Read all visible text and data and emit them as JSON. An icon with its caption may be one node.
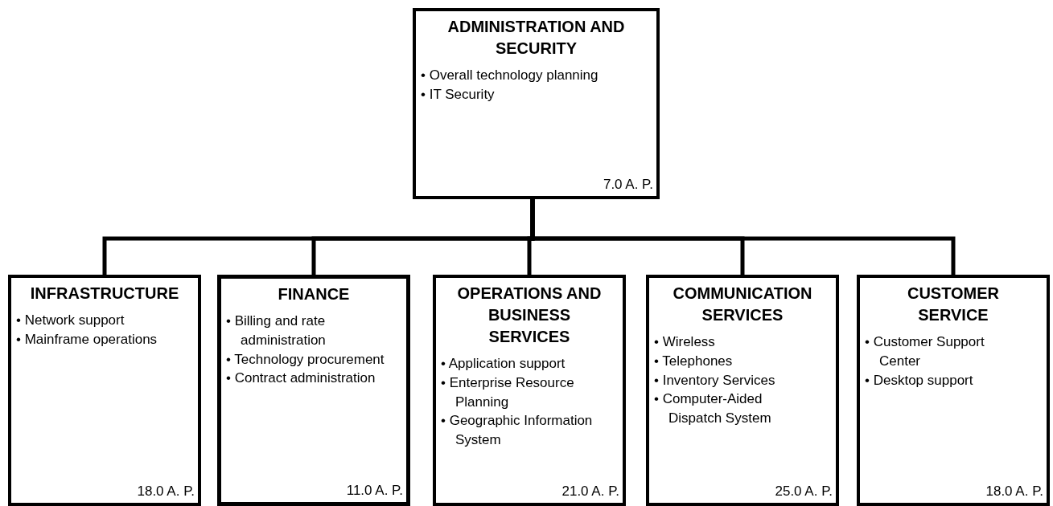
{
  "diagram": {
    "nodes": [
      {
        "text": [
          "ADMINISTRATION AND SECURITY",
          "• Overall technology planning",
          "• IT Security",
          "7.0 A. P."
        ]
      },
      {
        "text": [
          "INFRASTRUCTURE",
          "• Network support",
          "• Mainframe operations",
          "18.0 A. P."
        ]
      },
      {
        "text": [
          "FINANCE",
          "• Billing and rate administration",
          "• Technology procurement",
          "• Contract administration",
          "11.0 A. P."
        ]
      },
      {
        "text": [
          "OPERATIONS AND BUSINESS SERVICES",
          "• Application support",
          "• Enterprise Resource Planning",
          "• Geographic Information System",
          "21.0 A. P."
        ]
      },
      {
        "text": [
          "COMMUNICATION SERVICES",
          "• Wireless",
          "• Telephones",
          "• Inventory Services",
          "• Computer-Aided Dispatch System",
          "25.0 A. P."
        ]
      },
      {
        "text": [
          "CUSTOMER SERVICE",
          "• Customer Support Center",
          "• Desktop support",
          "18.0 A. P."
        ]
      }
    ],
    "edges": [
      {
        "from": 0,
        "to": 1,
        "arrow": "none"
      },
      {
        "from": 0,
        "to": 2,
        "arrow": "none"
      },
      {
        "from": 0,
        "to": 3,
        "arrow": "none"
      },
      {
        "from": 0,
        "to": 4,
        "arrow": "none"
      },
      {
        "from": 0,
        "to": 5,
        "arrow": "none"
      }
    ]
  }
}
